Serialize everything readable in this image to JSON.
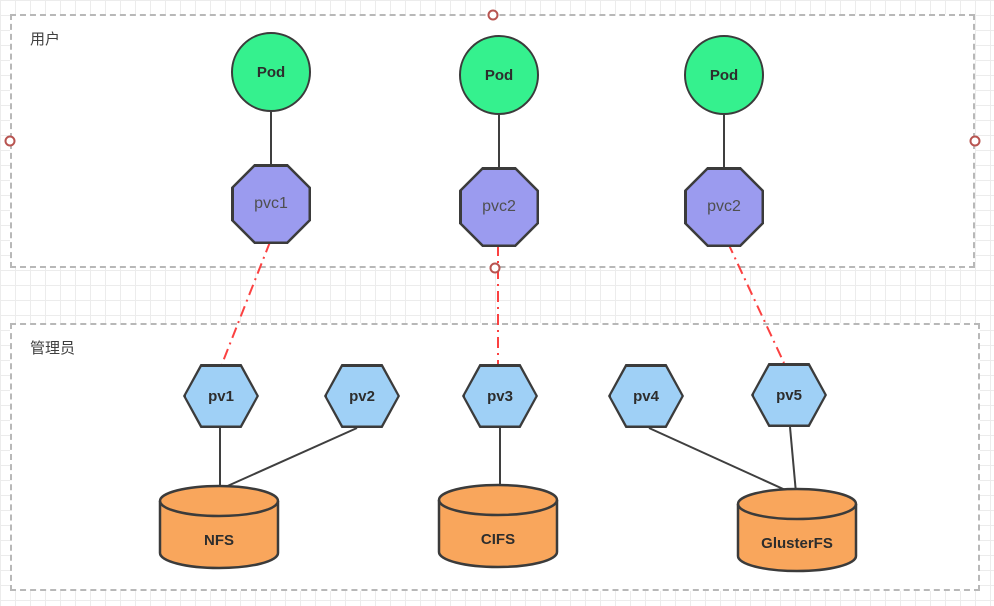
{
  "diagram": {
    "groups": [
      {
        "id": "users",
        "label": "用户"
      },
      {
        "id": "admins",
        "label": "管理员"
      }
    ],
    "pods": [
      {
        "id": "pod-1",
        "label": "Pod"
      },
      {
        "id": "pod-2",
        "label": "Pod"
      },
      {
        "id": "pod-3",
        "label": "Pod"
      }
    ],
    "pvcs": [
      {
        "id": "pvc-1",
        "label": "pvc1"
      },
      {
        "id": "pvc-2",
        "label": "pvc2"
      },
      {
        "id": "pvc-3",
        "label": "pvc2"
      }
    ],
    "pvs": [
      {
        "id": "pv-1",
        "label": "pv1"
      },
      {
        "id": "pv-2",
        "label": "pv2"
      },
      {
        "id": "pv-3",
        "label": "pv3"
      },
      {
        "id": "pv-4",
        "label": "pv4"
      },
      {
        "id": "pv-5",
        "label": "pv5"
      }
    ],
    "storages": [
      {
        "id": "storage-nfs",
        "label": "NFS"
      },
      {
        "id": "storage-cifs",
        "label": "CIFS"
      },
      {
        "id": "storage-glusterfs",
        "label": "GlusterFS"
      }
    ],
    "edges": [
      {
        "from": "pod-1",
        "to": "pvc-1",
        "style": "solid"
      },
      {
        "from": "pod-2",
        "to": "pvc-2",
        "style": "solid"
      },
      {
        "from": "pod-3",
        "to": "pvc-3",
        "style": "solid"
      },
      {
        "from": "pvc-1",
        "to": "pv-1",
        "style": "dashdot"
      },
      {
        "from": "pvc-2",
        "to": "pv-3",
        "style": "dashdot"
      },
      {
        "from": "pvc-3",
        "to": "pv-5",
        "style": "dashdot"
      },
      {
        "from": "pv-1",
        "to": "storage-nfs",
        "style": "solid"
      },
      {
        "from": "pv-2",
        "to": "storage-nfs",
        "style": "solid"
      },
      {
        "from": "pv-3",
        "to": "storage-cifs",
        "style": "solid"
      },
      {
        "from": "pv-4",
        "to": "storage-glusterfs",
        "style": "solid"
      },
      {
        "from": "pv-5",
        "to": "storage-glusterfs",
        "style": "solid"
      }
    ],
    "connection_points": [
      "top",
      "left",
      "right",
      "bottom"
    ],
    "colors": {
      "pod_fill": "#35f18e",
      "pvc_fill": "#9b9bef",
      "pv_fill": "#9fd0f6",
      "storage_fill": "#f9a65c",
      "shape_border": "#3b3b3b",
      "group_border": "#b8b8b8",
      "link_solid": "#3f3f3f",
      "link_dashdot": "#fb4141",
      "anchor_stroke": "#b85450",
      "pod_text": "#2d2d2d",
      "pvc_text": "#4f4f4f",
      "pv_text": "#2d2d2d",
      "storage_text": "#2d2d2d",
      "group_text": "#3f3f3f"
    }
  }
}
